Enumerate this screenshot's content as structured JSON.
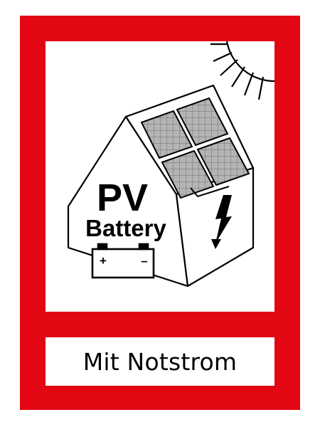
{
  "sign": {
    "pv_label": "PV",
    "battery_label": "Battery",
    "caption": "Mit Notstrom",
    "battery_plus": "+",
    "battery_minus": "–"
  },
  "icons": [
    "sun-icon",
    "house-icon",
    "solar-panel-icon",
    "battery-icon",
    "lightning-icon"
  ],
  "colors": {
    "frame": "#e30613",
    "background": "#ffffff",
    "ink": "#000000",
    "panel": "#b4b4b4"
  }
}
